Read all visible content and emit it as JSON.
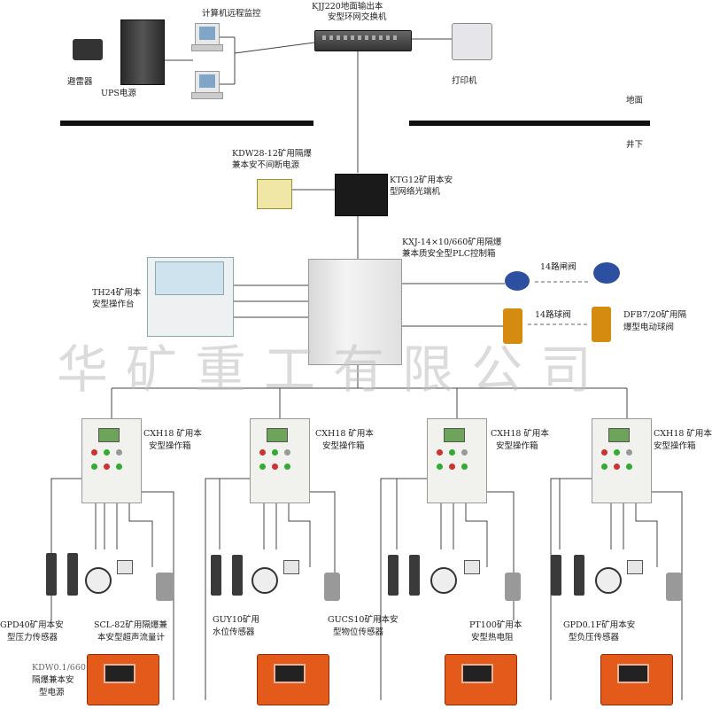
{
  "watermark": "华矿重工有限公司",
  "surface": {
    "lightning_label": "避雷器",
    "ups_label": "UPS电源",
    "monitor_label": "计算机远程监控",
    "switch_label_1": "KJJ220地面输出本",
    "switch_label_2": "安型环网交换机",
    "printer_label": "打印机",
    "ground_label": "地面"
  },
  "underground": {
    "label": "井下",
    "ups_label_1": "KDW28-12矿用隔爆",
    "ups_label_2": "兼本安不间断电源",
    "optical_label_1": "KTG12矿用本安",
    "optical_label_2": "型网络光端机",
    "plc_label_1": "KXJ-14×10/660矿用隔爆",
    "plc_label_2": "兼本质安全型PLC控制箱",
    "gate_valve_label": "14路闸阀",
    "ball_valve_label": "14路球阀",
    "valve_type_label_1": "DFB7/20矿用隔",
    "valve_type_label_2": "爆型电动球阀",
    "console_label_1": "TH24矿用本",
    "console_label_2": "安型操作台"
  },
  "boxes": [
    {
      "label_1": "CXH18 矿用本",
      "label_2": "安型操作箱"
    },
    {
      "label_1": "CXH18 矿用本",
      "label_2": "安型操作箱"
    },
    {
      "label_1": "CXH18 矿用本",
      "label_2": "安型操作箱"
    },
    {
      "label_1": "CXH18 矿用本",
      "label_2": "安型操作箱"
    }
  ],
  "sensors": {
    "pressure_1": "GPD40矿用本安",
    "pressure_2": "型压力传感器",
    "flow_1": "SCL-82矿用隔爆兼",
    "flow_2": "本安型超声流量计",
    "level_1": "GUY10矿用",
    "level_2": "水位传感器",
    "material_1": "GUCS10矿用本安",
    "material_2": "型物位传感器",
    "temp_1": "PT100矿用本",
    "temp_2": "安型热电阻",
    "negpress_1": "GPD0.1F矿用本安",
    "negpress_2": "型负压传感器"
  },
  "power_supply": {
    "label_1": "KDW0.1/660",
    "label_2": "隔爆兼本安",
    "label_3": "型电源"
  }
}
